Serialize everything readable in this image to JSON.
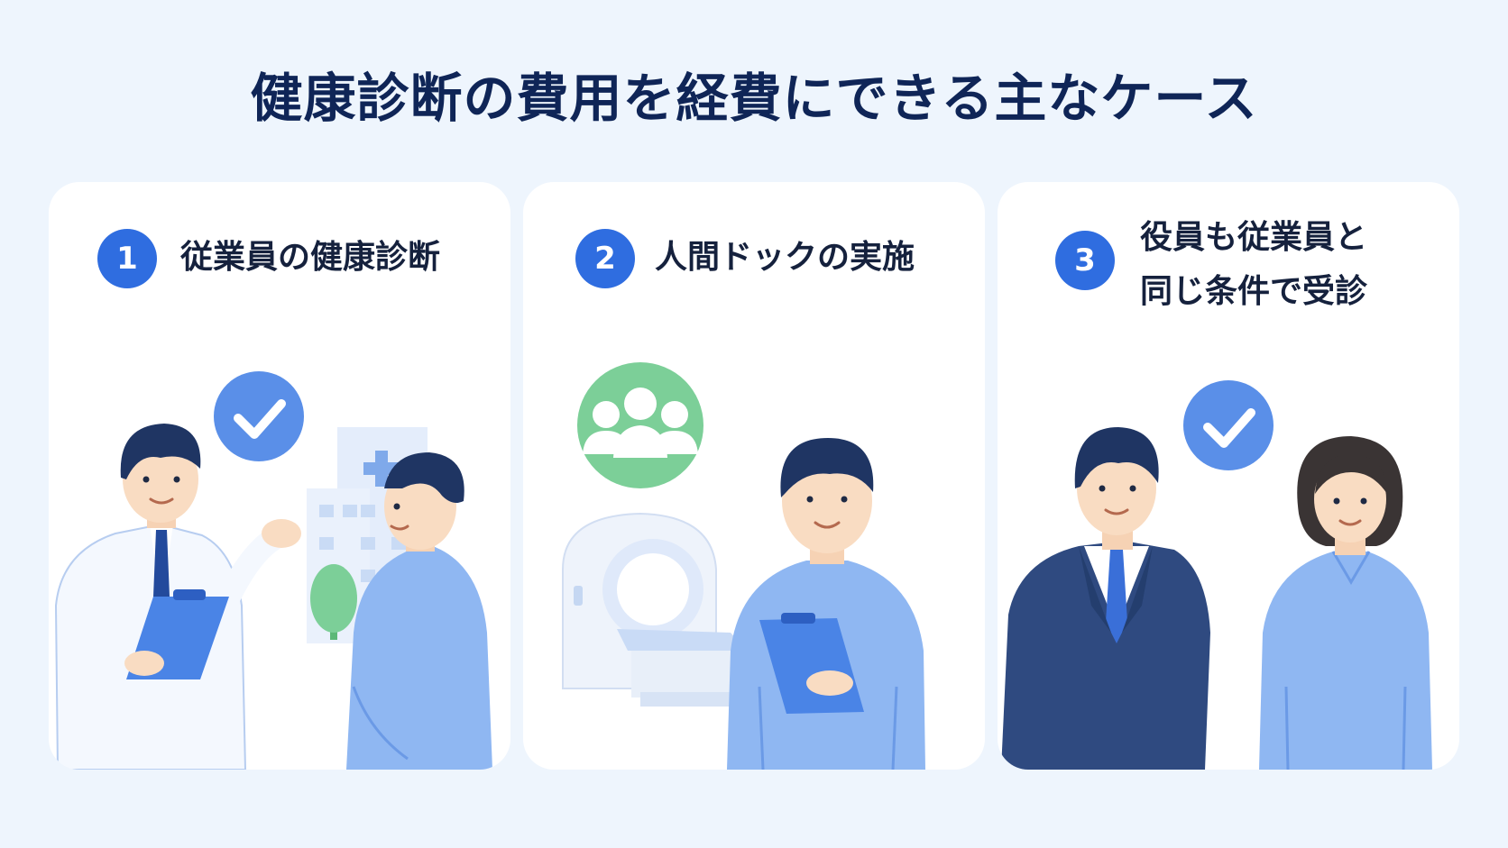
{
  "title": "健康診断の費用を経費にできる主なケース",
  "cards": [
    {
      "number": "1",
      "title_lines": [
        "従業員の健康診断"
      ],
      "icon": "check-icon"
    },
    {
      "number": "2",
      "title_lines": [
        "人間ドックの実施"
      ],
      "icon": "group-icon"
    },
    {
      "number": "3",
      "title_lines": [
        "役員も従業員と",
        "同じ条件で受診"
      ],
      "icon": "check-icon"
    }
  ],
  "colors": {
    "background": "#eef5fd",
    "card": "#ffffff",
    "title": "#0f2557",
    "number_badge": "#2f6de0",
    "check_badge": "#5a8fe8",
    "group_badge": "#7ccf98",
    "shirt": "#8fb7f2",
    "suit": "#2f4a80"
  }
}
